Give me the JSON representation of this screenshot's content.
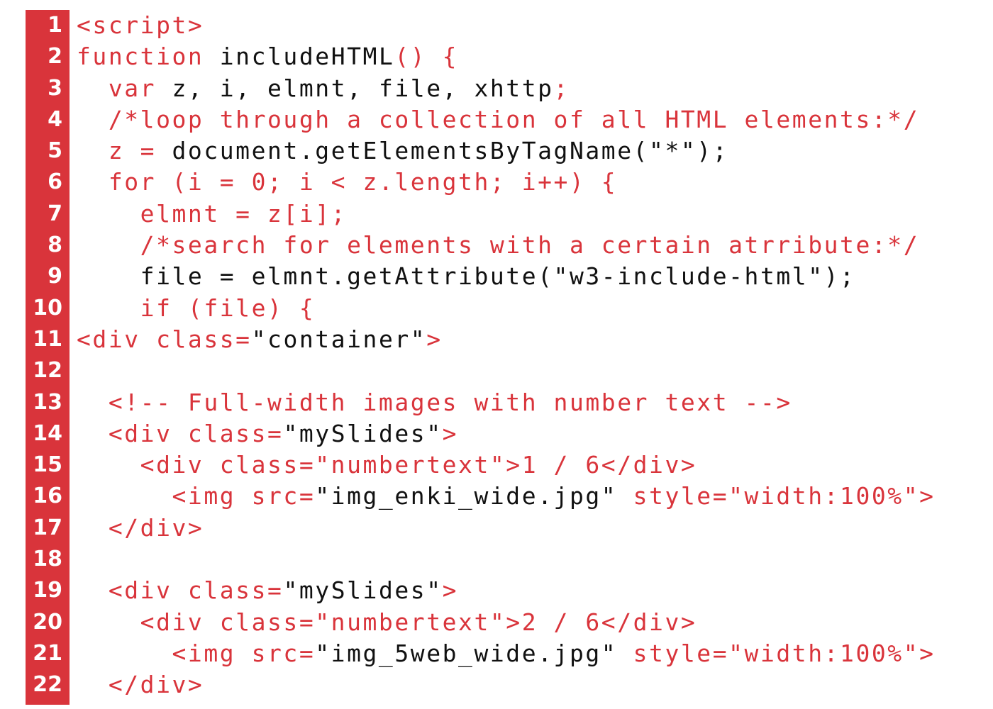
{
  "colors": {
    "gutter_background": "#d9343b",
    "code_accent": "#d9343b",
    "code_default": "#111111"
  },
  "lines": [
    {
      "number": "1",
      "tokens": [
        {
          "text": "<script>",
          "c": "r"
        }
      ]
    },
    {
      "number": "2",
      "tokens": [
        {
          "text": "function ",
          "c": "r"
        },
        {
          "text": "includeHTML",
          "c": "k"
        },
        {
          "text": "() {",
          "c": "r"
        }
      ]
    },
    {
      "number": "3",
      "tokens": [
        {
          "text": "  var ",
          "c": "r"
        },
        {
          "text": "z, i, elmnt, file, xhttp",
          "c": "k"
        },
        {
          "text": ";",
          "c": "r"
        }
      ]
    },
    {
      "number": "4",
      "tokens": [
        {
          "text": "  /*loop through a collection of all HTML elements:*/",
          "c": "r"
        }
      ]
    },
    {
      "number": "5",
      "tokens": [
        {
          "text": "  z = ",
          "c": "r"
        },
        {
          "text": "document.getElementsByTagName(\"*\");",
          "c": "k"
        }
      ]
    },
    {
      "number": "6",
      "tokens": [
        {
          "text": "  for (i = 0; i < z.length; i++) {",
          "c": "r"
        }
      ]
    },
    {
      "number": "7",
      "tokens": [
        {
          "text": "    elmnt = z[i];",
          "c": "r"
        }
      ]
    },
    {
      "number": "8",
      "tokens": [
        {
          "text": "    /*search for elements with a certain atrribute:*/",
          "c": "r"
        }
      ]
    },
    {
      "number": "9",
      "tokens": [
        {
          "text": "    file = elmnt.getAttribute(\"w3-include-html\");",
          "c": "k"
        }
      ]
    },
    {
      "number": "10",
      "tokens": [
        {
          "text": "    if (file) {",
          "c": "r"
        }
      ]
    },
    {
      "number": "11",
      "tokens": [
        {
          "text": "<div class=",
          "c": "r"
        },
        {
          "text": "\"container\"",
          "c": "k"
        },
        {
          "text": ">",
          "c": "r"
        }
      ]
    },
    {
      "number": "12",
      "tokens": []
    },
    {
      "number": "13",
      "tokens": [
        {
          "text": "  <!-- Full-width images with number text -->",
          "c": "r"
        }
      ]
    },
    {
      "number": "14",
      "tokens": [
        {
          "text": "  <div class=",
          "c": "r"
        },
        {
          "text": "\"mySlides\"",
          "c": "k"
        },
        {
          "text": ">",
          "c": "r"
        }
      ]
    },
    {
      "number": "15",
      "tokens": [
        {
          "text": "    <div class=\"numbertext\">1 / 6</div>",
          "c": "r"
        }
      ]
    },
    {
      "number": "16",
      "tokens": [
        {
          "text": "      <img src=",
          "c": "r"
        },
        {
          "text": "\"img_enki_wide.jpg\"",
          "c": "k"
        },
        {
          "text": " style=\"width:100%\">",
          "c": "r"
        }
      ]
    },
    {
      "number": "17",
      "tokens": [
        {
          "text": "  </div>",
          "c": "r"
        }
      ]
    },
    {
      "number": "18",
      "tokens": []
    },
    {
      "number": "19",
      "tokens": [
        {
          "text": "  <div class=",
          "c": "r"
        },
        {
          "text": "\"mySlides\"",
          "c": "k"
        },
        {
          "text": ">",
          "c": "r"
        }
      ]
    },
    {
      "number": "20",
      "tokens": [
        {
          "text": "    <div class=\"numbertext\">2 / 6</div>",
          "c": "r"
        }
      ]
    },
    {
      "number": "21",
      "tokens": [
        {
          "text": "      <img src=",
          "c": "r"
        },
        {
          "text": "\"img_5web_wide.jpg\"",
          "c": "k"
        },
        {
          "text": " style=\"width:100%\">",
          "c": "r"
        }
      ]
    },
    {
      "number": "22",
      "tokens": [
        {
          "text": "  </div>",
          "c": "r"
        }
      ]
    }
  ]
}
